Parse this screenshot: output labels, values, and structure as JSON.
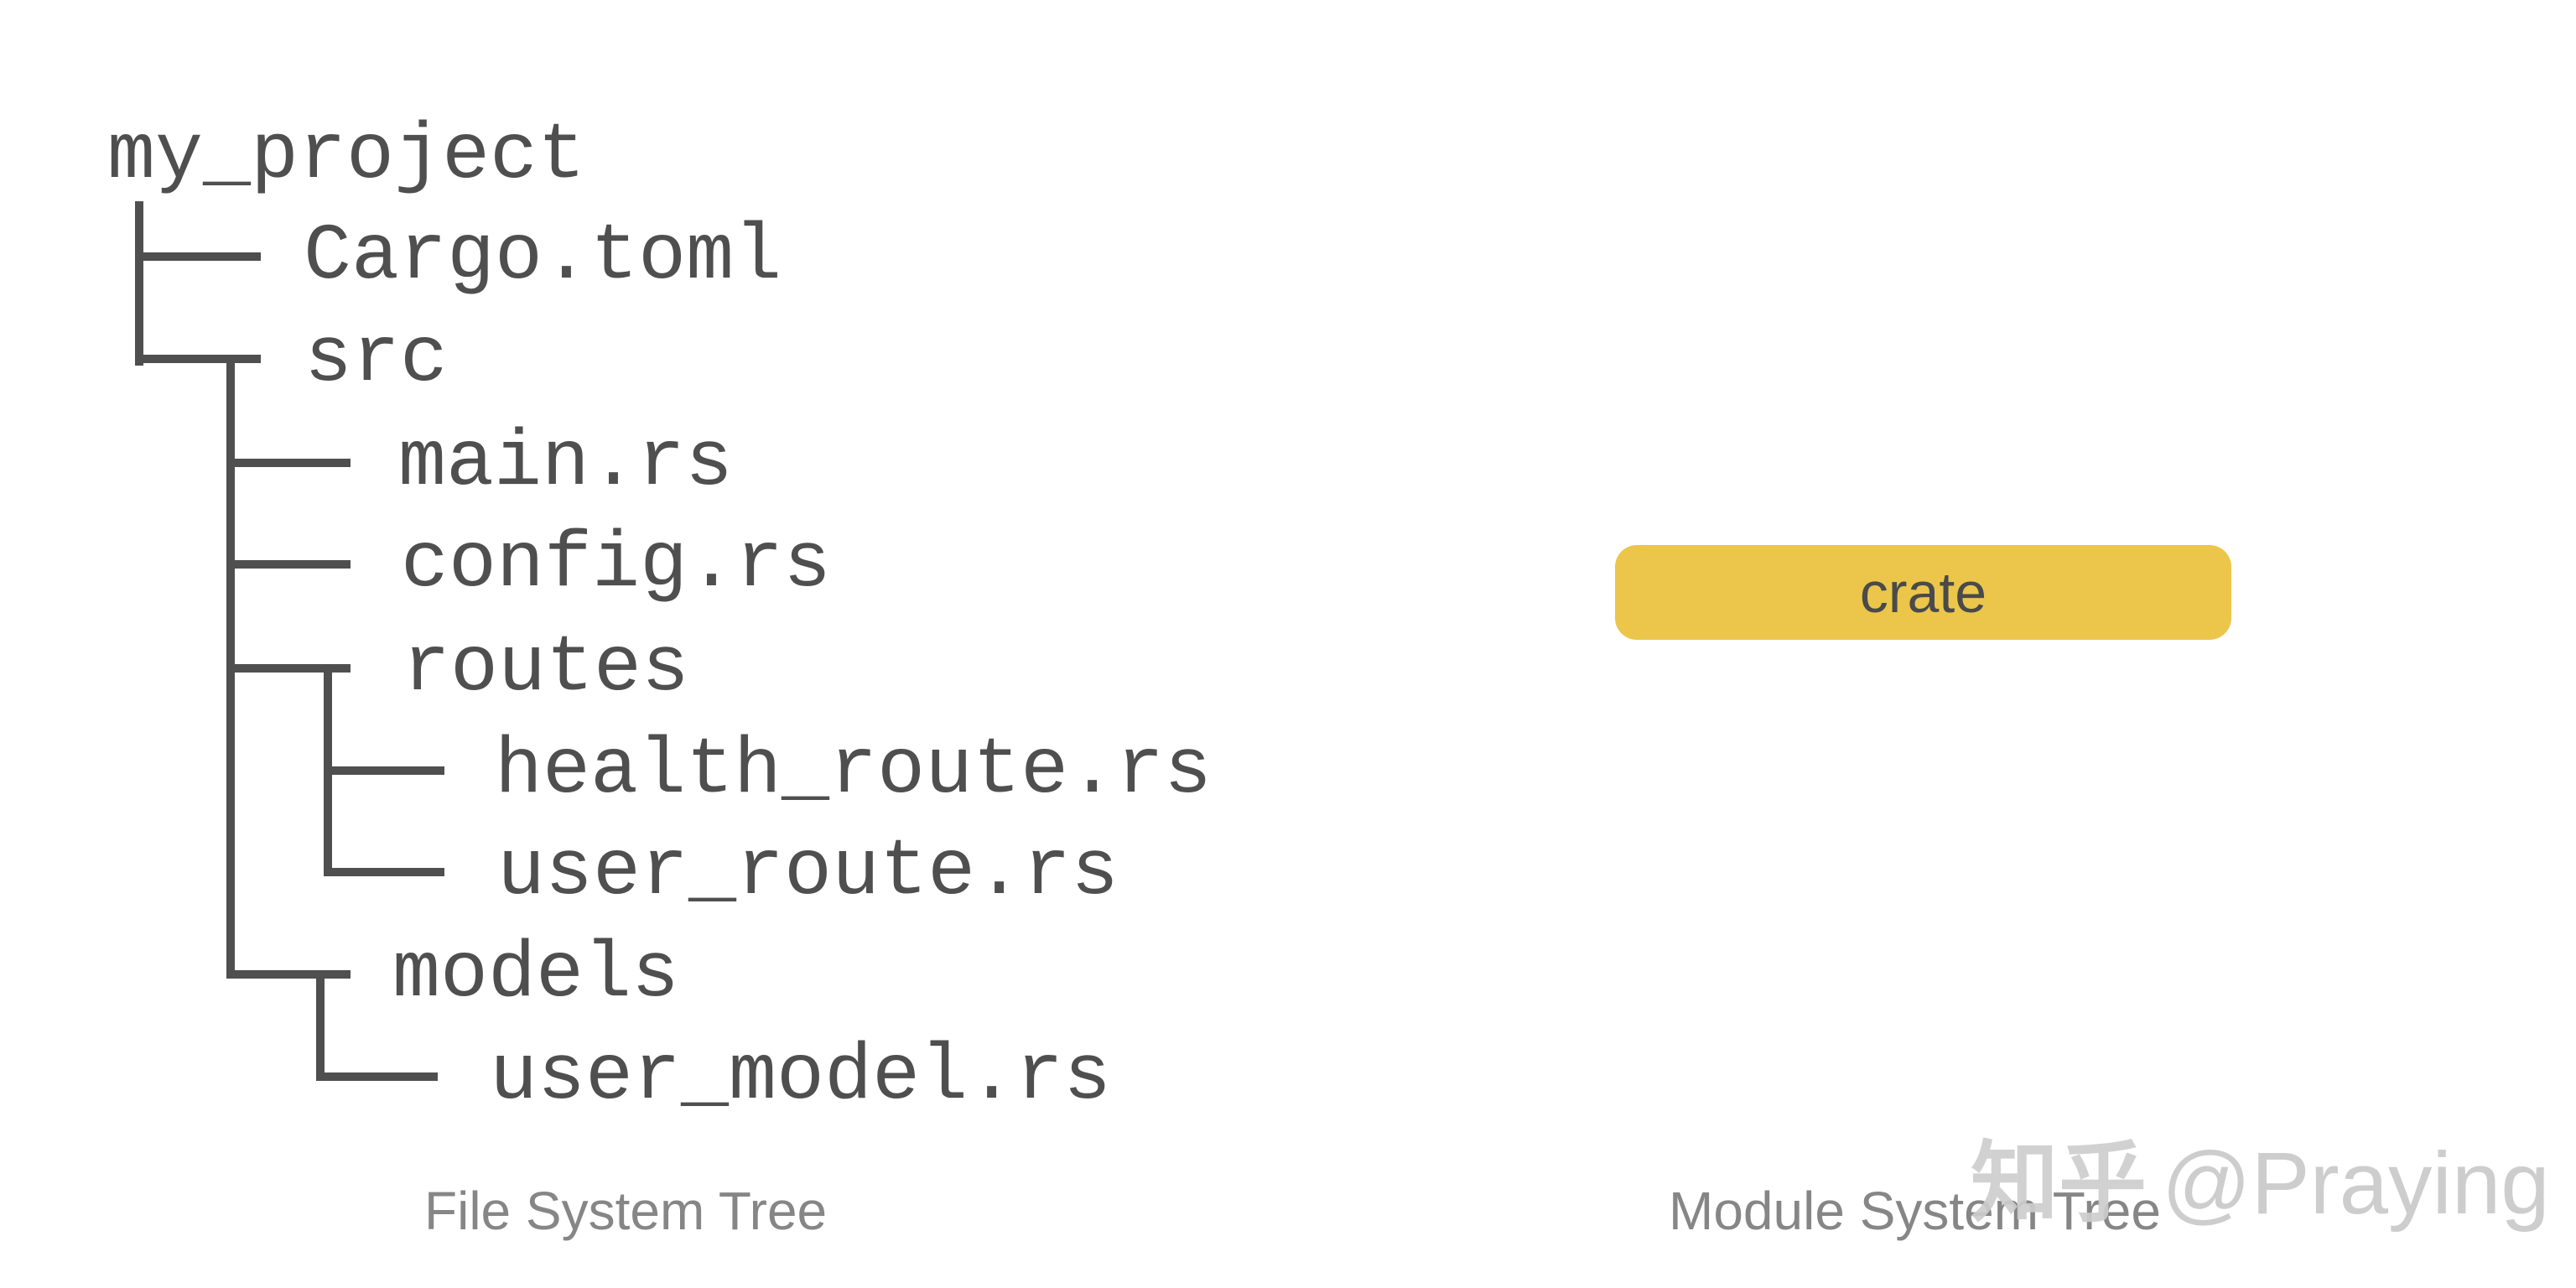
{
  "diagram": {
    "file_tree": {
      "items": [
        "my_project",
        "Cargo.toml",
        "src",
        "main.rs",
        "config.rs",
        "routes",
        "health_route.rs",
        "user_route.rs",
        "models",
        "user_model.rs"
      ],
      "caption": "File System Tree"
    },
    "module_tree": {
      "crate_label": "crate",
      "caption": "Module System Tree"
    }
  },
  "watermark": {
    "brand": "知乎",
    "handle": "@Praying"
  },
  "colors": {
    "tree_line": "#4f4f4f",
    "caption_text": "#868686",
    "crate_bg": "#ebc64a",
    "crate_text": "#4a4a4a",
    "watermark_text": "#c9c9c9"
  }
}
